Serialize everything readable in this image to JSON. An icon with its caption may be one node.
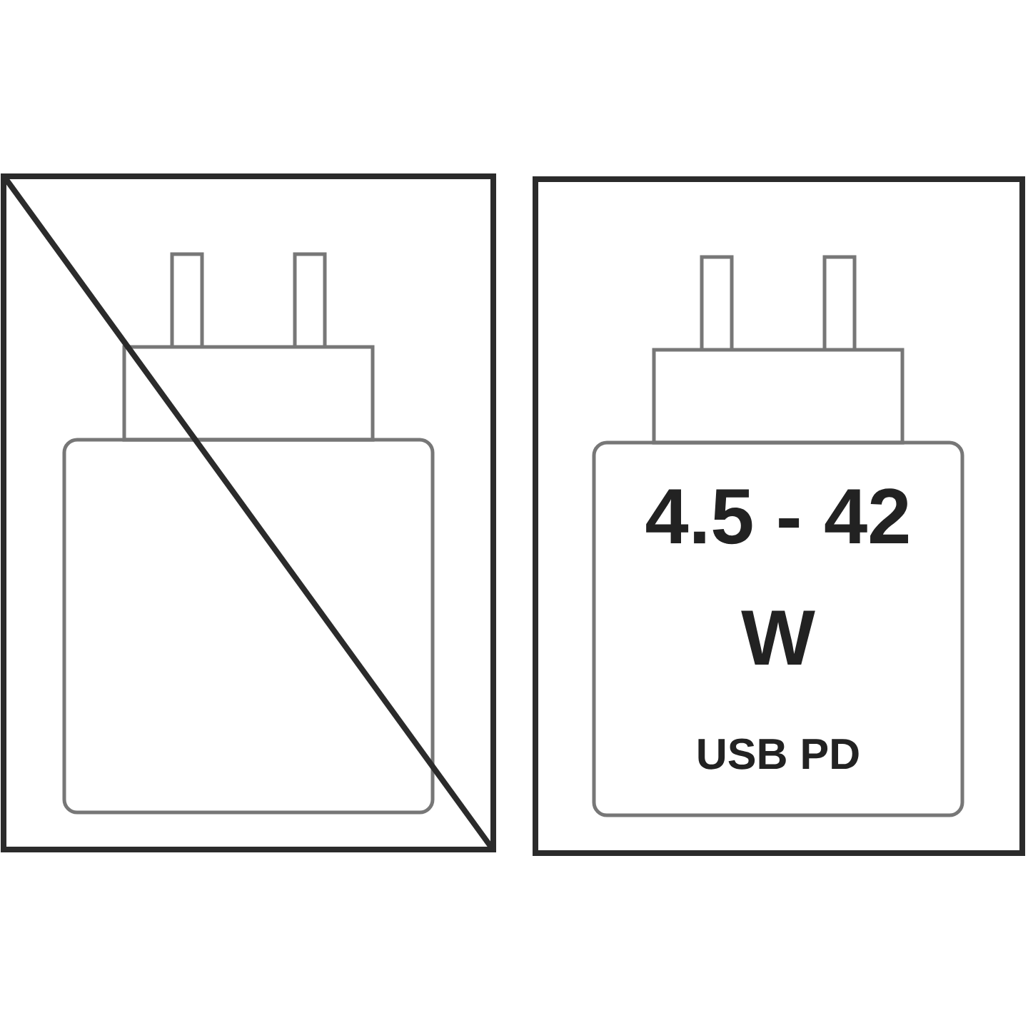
{
  "diagram": {
    "nodes": [
      {
        "text": [],
        "shape": "box"
      },
      {
        "text": [],
        "shape": "box",
        "in": 0
      },
      {
        "text": [],
        "shape": "box"
      },
      {
        "text": [
          "4.5 - 42 W",
          "USB PD"
        ],
        "in": 2
      }
    ]
  }
}
